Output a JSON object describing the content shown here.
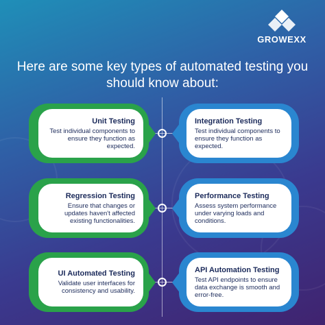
{
  "brand": {
    "name": "GROWEXX",
    "logo_icon": "growexx-triangles-icon"
  },
  "headline": "Here are some key types of automated testing you should know about:",
  "colors": {
    "left_accent": "#2aa24a",
    "right_accent": "#2a86d0",
    "card_text": "#1b2a5a"
  },
  "cards": [
    {
      "title": "Unit Testing",
      "desc": "Test individual components to ensure they function as expected."
    },
    {
      "title": "Integration Testing",
      "desc": "Test individual components to ensure they function as expected."
    },
    {
      "title": "Regression Testing",
      "desc": "Ensure that changes or updates haven't affected existing functionalities."
    },
    {
      "title": "Performance Testing",
      "desc": "Assess system performance under varying loads and conditions."
    },
    {
      "title": "UI Automated Testing",
      "desc": "Validate user interfaces for consistency and usability."
    },
    {
      "title": "API Automation Testing",
      "desc": "Test API endpoints to ensure data exchange is smooth and error-free."
    }
  ]
}
